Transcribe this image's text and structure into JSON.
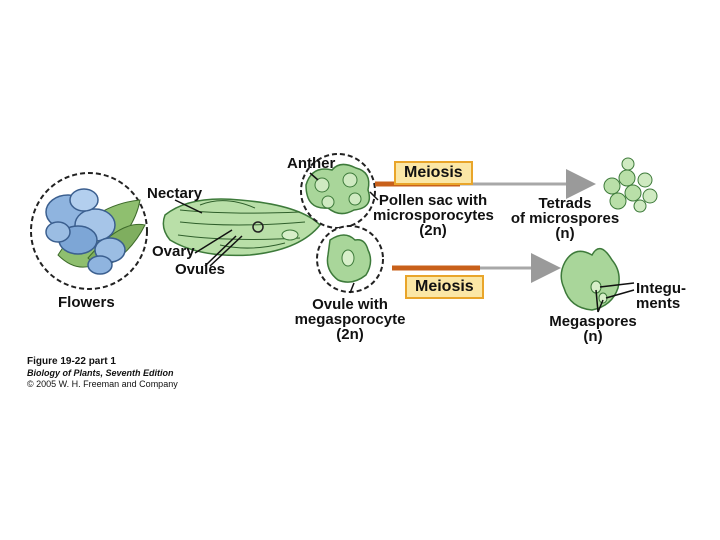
{
  "labels": {
    "anther": "Anther",
    "nectary": "Nectary",
    "ovary": "Ovary",
    "ovules": "Ovules",
    "flowers": "Flowers",
    "pollen_sac_line1": "Pollen sac with",
    "pollen_sac_line2": "microsporocytes",
    "pollen_sac_line3": "(2n)",
    "tetrads_line1": "Tetrads",
    "tetrads_line2": "of microspores",
    "tetrads_line3": "(n)",
    "ovule_line1": "Ovule with",
    "ovule_line2": "megasporocyte",
    "ovule_line3": "(2n)",
    "integuments_line1": "Integu-",
    "integuments_line2": "ments",
    "megaspores_line1": "Megaspores",
    "megaspores_line2": "(n)"
  },
  "process": {
    "meiosis_top": "Meiosis",
    "meiosis_bottom": "Meiosis"
  },
  "caption": {
    "figure": "Figure 19-22 part 1",
    "book": "Biology of Plants, Seventh Edition",
    "copyright": "© 2005 W. H. Freeman and Company"
  },
  "colors": {
    "tissue_green": "#a9d69a",
    "tissue_outline": "#3d7a3a",
    "flower_blue": "#8fb4df",
    "meiosis_fill": "#fbe7a6",
    "meiosis_border": "#e9a52a",
    "arrow_orange": "#c8601a",
    "arrow_gray": "#a8a8a8"
  }
}
